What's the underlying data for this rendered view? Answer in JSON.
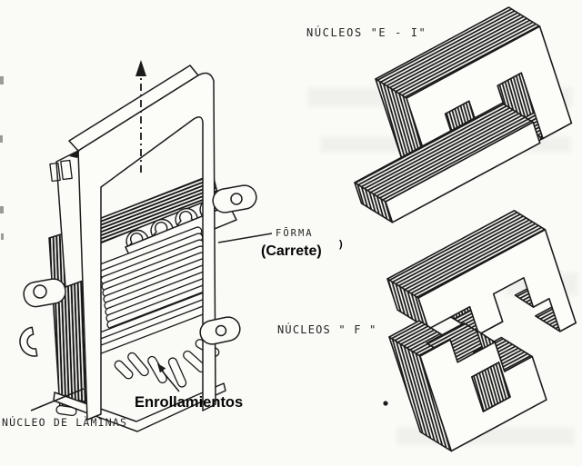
{
  "figure": {
    "type": "scanned technical illustration of transformer construction",
    "background_color": "#fafaf7",
    "ink_color": "#1b1b1b",
    "labels": {
      "nucleos_ei": "NÚCLEOS \"E - I\"",
      "nucleos_f": "NÚCLEOS \" F \"",
      "forma": "FŌRMA",
      "carrete": "(Carrete)",
      "carrete_suffix": ")",
      "enrollamientos": "Enrollamientos",
      "nucleo_laminas": "NÚCLEO DE LÄMINAS"
    }
  }
}
